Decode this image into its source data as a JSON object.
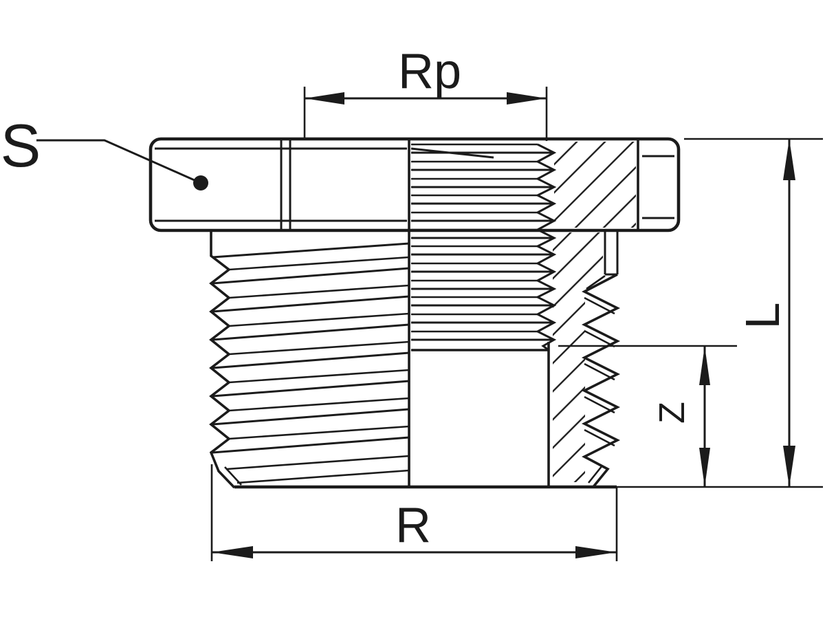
{
  "drawing": {
    "labels": {
      "s": "S",
      "rp": "Rp",
      "l": "L",
      "z": "Z",
      "r": "R"
    },
    "colors": {
      "ink": "#1b1b1b",
      "background": "#ffffff"
    }
  }
}
